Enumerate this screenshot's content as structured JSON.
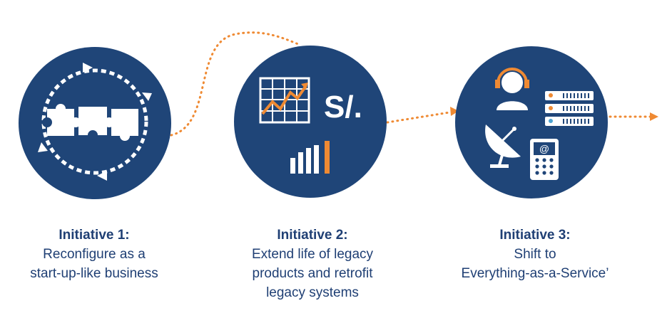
{
  "colors": {
    "navy": "#1f4578",
    "orange": "#ef8a33",
    "white": "#ffffff",
    "text": "#1f3f74"
  },
  "initiatives": [
    {
      "title": "Initiative 1:",
      "lines": [
        "Reconfigure as a",
        "start-up-like business"
      ],
      "icons": [
        "puzzle-icon",
        "cycle-arrows-icon"
      ]
    },
    {
      "title": "Initiative 2:",
      "lines": [
        "Extend life of legacy",
        "products and retrofit",
        "legacy systems"
      ],
      "icons": [
        "grid-chart-icon",
        "currency-icon",
        "bar-chart-icon"
      ],
      "currency_symbol": "S/."
    },
    {
      "title": "Initiative 3:",
      "lines": [
        "Shift to",
        "Everything-as-a-Service’"
      ],
      "icons": [
        "support-agent-icon",
        "server-rack-icon",
        "satellite-dish-icon",
        "phone-keypad-icon"
      ],
      "at_symbol": "@"
    }
  ]
}
